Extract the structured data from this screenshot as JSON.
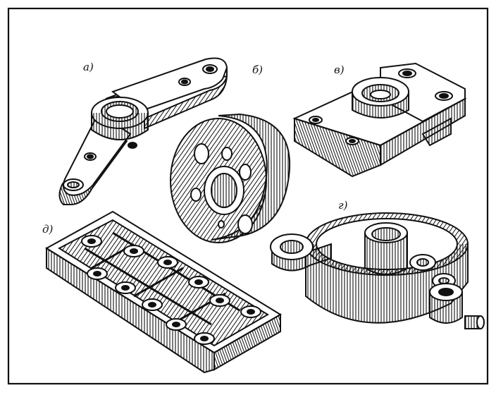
{
  "figure": {
    "labels": {
      "a": "а)",
      "b": "б)",
      "v": "в)",
      "g": "г)",
      "d": "д)"
    },
    "ink_color": "#111111",
    "paper_color": "#ffffff"
  }
}
